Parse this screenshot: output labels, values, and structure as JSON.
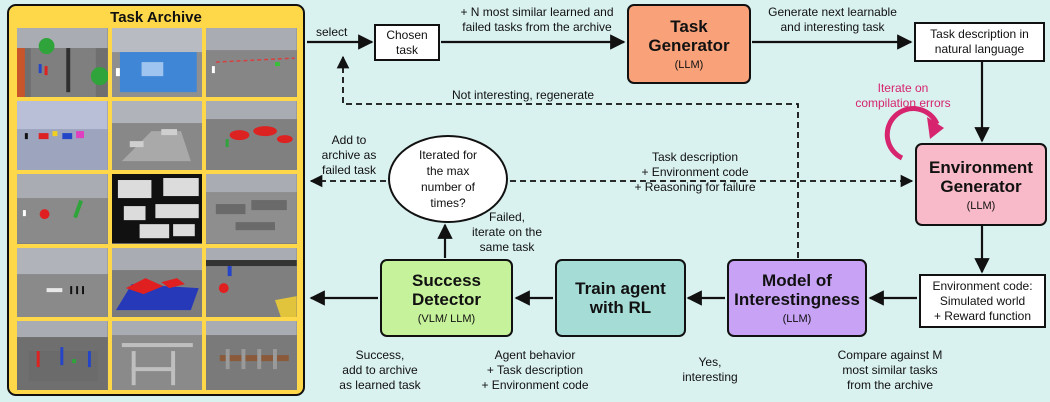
{
  "archive": {
    "title": "Task Archive",
    "thumbnails": [
      "thumbnail-1",
      "thumbnail-2",
      "thumbnail-3",
      "thumbnail-4",
      "thumbnail-5",
      "thumbnail-6",
      "thumbnail-7",
      "thumbnail-8",
      "thumbnail-9",
      "thumbnail-10",
      "thumbnail-11",
      "thumbnail-12",
      "thumbnail-13",
      "thumbnail-14",
      "thumbnail-15"
    ]
  },
  "boxes": {
    "chosen_task": [
      "Chosen",
      "task"
    ],
    "task_generator": {
      "title": [
        "Task",
        "Generator"
      ],
      "sub": "(LLM)"
    },
    "task_description": [
      "Task description in",
      "natural language"
    ],
    "environment_generator": {
      "title": [
        "Environment",
        "Generator"
      ],
      "sub": "(LLM)"
    },
    "environment_code": [
      "Environment code:",
      "Simulated world",
      "+ Reward function"
    ],
    "model_of_interestingness": {
      "title": [
        "Model of",
        "Interestingness"
      ],
      "sub": "(LLM)"
    },
    "train_agent": {
      "title": [
        "Train agent",
        "with RL"
      ]
    },
    "success_detector": {
      "title": [
        "Success",
        "Detector"
      ],
      "sub": "(VLM/ LLM)"
    },
    "iterated_question": [
      "Iterated for",
      "the max",
      "number of",
      "times?"
    ]
  },
  "labels": {
    "select": "select",
    "similar_tasks": [
      "+ N most similar learned and",
      "failed tasks from the archive"
    ],
    "generate_next": [
      "Generate next learnable",
      "and interesting task"
    ],
    "not_interesting": "Not interesting, regenerate",
    "iterate_compilation": [
      "Iterate on",
      "compilation errors"
    ],
    "add_failed": [
      "Add to",
      "archive as",
      "failed task"
    ],
    "task_desc_env_code": [
      "Task description",
      "+ Environment code",
      "+ Reasoning for failure"
    ],
    "failed_iterate": [
      "Failed,",
      "iterate on the",
      "same task"
    ],
    "success_add": [
      "Success,",
      "add to archive",
      "as learned task"
    ],
    "agent_behavior": [
      "Agent behavior",
      "+ Task description",
      "+ Environment code"
    ],
    "yes_interesting": [
      "Yes,",
      "interesting"
    ],
    "compare_against": [
      "Compare against M",
      "most similar tasks",
      "from the archive"
    ]
  },
  "colors": {
    "background": "#d9f1ef",
    "archive": "#ffd84a",
    "task_generator": "#f9a27a",
    "environment_generator": "#f8b9c8",
    "model_of_interestingness": "#c7a2f5",
    "train_agent": "#a5dcd6",
    "success_detector": "#c6f29b",
    "pink_text": "#d6246f"
  }
}
